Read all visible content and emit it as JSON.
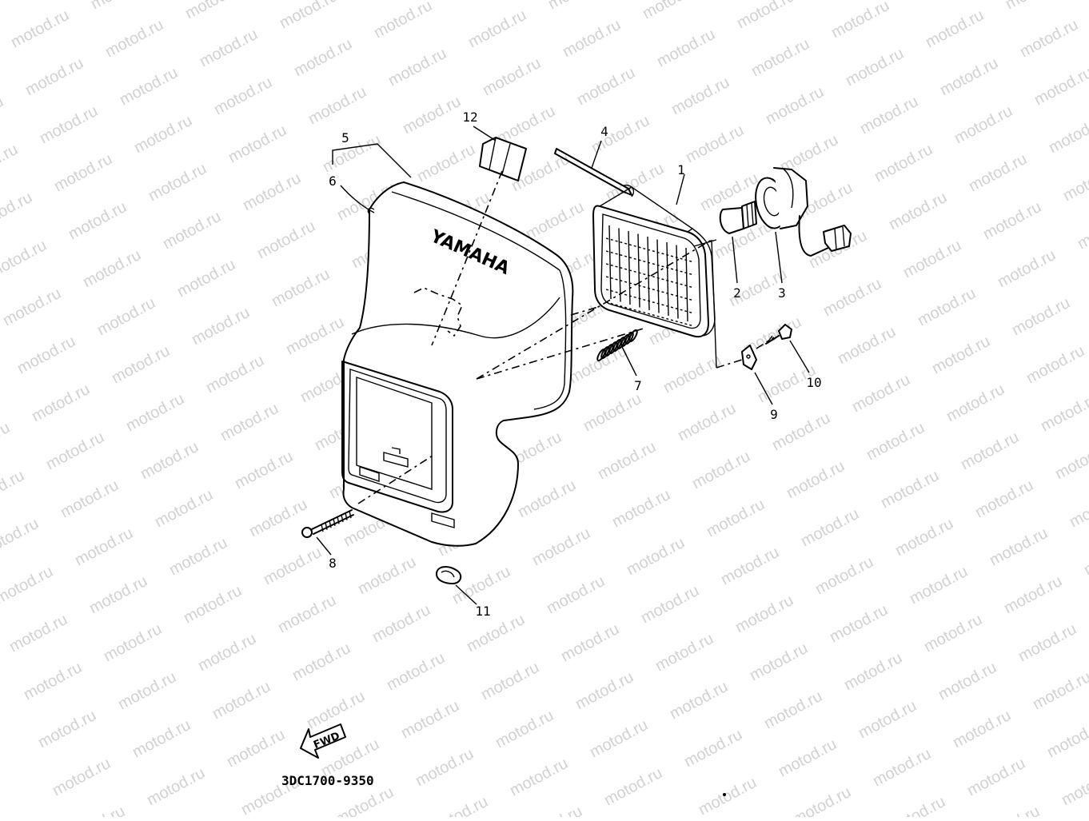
{
  "watermark": "motod.ru",
  "brand_text": "YAMAHA",
  "callouts": [
    "1",
    "2",
    "3",
    "4",
    "5",
    "6",
    "7",
    "8",
    "9",
    "10",
    "11",
    "12"
  ],
  "fwd_label": "FWD",
  "diagram_code": "3DC1700-9350"
}
